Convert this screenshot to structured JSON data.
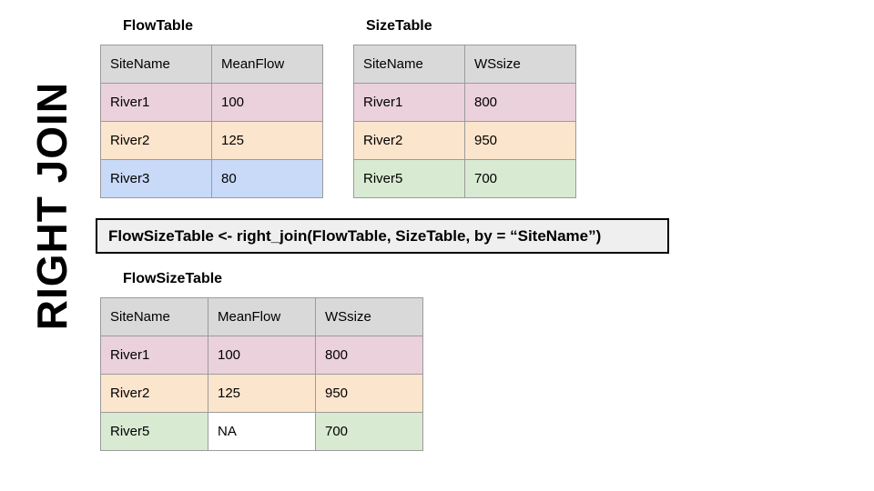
{
  "label": "RIGHT JOIN",
  "palette": {
    "header": "#d9d9d9",
    "pink": "#ead1dc",
    "peach": "#fce5cd",
    "blue": "#c9daf8",
    "green": "#d9ead3",
    "white": "#ffffff",
    "border": "#9b9b9b",
    "code_bg": "#efefef"
  },
  "code": {
    "text": "FlowSizeTable <- right_join(FlowTable, SizeTable, by = “SiteName”)"
  },
  "tables": {
    "flow": {
      "title": "FlowTable",
      "headers": [
        "SiteName",
        "MeanFlow"
      ],
      "rows": [
        {
          "cells": [
            "River1",
            "100"
          ],
          "colors": [
            "pink",
            "pink"
          ]
        },
        {
          "cells": [
            "River2",
            "125"
          ],
          "colors": [
            "peach",
            "peach"
          ]
        },
        {
          "cells": [
            "River3",
            "80"
          ],
          "colors": [
            "blue",
            "blue"
          ]
        }
      ]
    },
    "size": {
      "title": "SizeTable",
      "headers": [
        "SiteName",
        "WSsize"
      ],
      "rows": [
        {
          "cells": [
            "River1",
            "800"
          ],
          "colors": [
            "pink",
            "pink"
          ]
        },
        {
          "cells": [
            "River2",
            "950"
          ],
          "colors": [
            "peach",
            "peach"
          ]
        },
        {
          "cells": [
            "River5",
            "700"
          ],
          "colors": [
            "green",
            "green"
          ]
        }
      ]
    },
    "result": {
      "title": "FlowSizeTable",
      "headers": [
        "SiteName",
        "MeanFlow",
        "WSsize"
      ],
      "rows": [
        {
          "cells": [
            "River1",
            "100",
            "800"
          ],
          "colors": [
            "pink",
            "pink",
            "pink"
          ]
        },
        {
          "cells": [
            "River2",
            "125",
            "950"
          ],
          "colors": [
            "peach",
            "peach",
            "peach"
          ]
        },
        {
          "cells": [
            "River5",
            "NA",
            "700"
          ],
          "colors": [
            "green",
            "white",
            "green"
          ]
        }
      ]
    }
  }
}
